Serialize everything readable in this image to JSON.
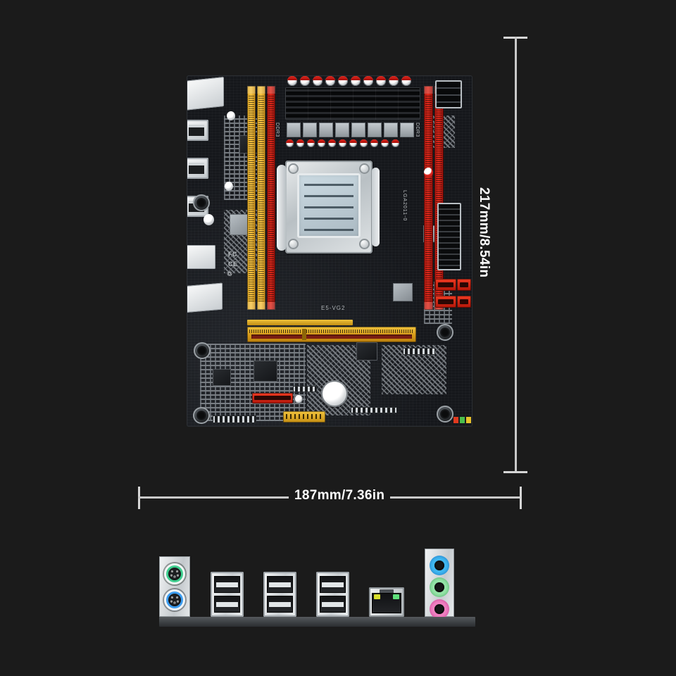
{
  "page": {
    "background_color": "#1b1b1b",
    "subject": "X79 LGA2011 micro-ATX motherboard dimension diagram"
  },
  "dimensions": {
    "height_label": "217mm/8.54in",
    "width_label": "187mm/7.36in",
    "line_color": "#c9c9c9",
    "text_color": "#ffffff"
  },
  "motherboard": {
    "silkscreen": {
      "model": "E5-VG2",
      "socket_label": "LGA2011-0",
      "dimm_left_label": "DDR3",
      "dimm_right_label": "DDR3"
    },
    "components": {
      "cpu_socket": "LGA2011 CPU socket",
      "heatsink": "VRM heatsink",
      "dimm_slots": [
        {
          "name": "DIMM A1",
          "color": "#e8b62f"
        },
        {
          "name": "DIMM A2",
          "color": "#e8b62f"
        },
        {
          "name": "DIMM B1",
          "color": "#d62418"
        },
        {
          "name": "DIMM B2",
          "color": "#d62418"
        }
      ],
      "pcie_x16": "PCI Express x16 slot",
      "sata_ports": "4x SATA + 1x SATA",
      "atx_24pin": "24-pin ATX power connector",
      "eps_8pin": "8-pin EPS CPU power connector",
      "cmos_battery": "CR2032 CMOS battery",
      "accent_yellow": "#e8b62f",
      "accent_red": "#d62418",
      "pcb_color": "#14161a"
    }
  },
  "rear_io": {
    "ports": [
      {
        "name": "ps2-mouse",
        "label": "PS/2 Mouse",
        "color": "#3fcf8f"
      },
      {
        "name": "ps2-keyboard",
        "label": "PS/2 Keyboard",
        "color": "#3d9df0"
      },
      {
        "name": "usb-stack-1",
        "label": "USB 2.0 x2",
        "color": "#1b1d1f"
      },
      {
        "name": "usb-stack-2",
        "label": "USB 2.0 x2",
        "color": "#1b1d1f"
      },
      {
        "name": "usb-stack-3",
        "label": "USB 2.0 x2",
        "color": "#1b1d1f"
      },
      {
        "name": "rj45-lan",
        "label": "RJ-45 LAN",
        "color": "#101113"
      },
      {
        "name": "audio-line-in",
        "label": "Line In",
        "color": "#3fb6f0"
      },
      {
        "name": "audio-line-out",
        "label": "Line Out",
        "color": "#93e3a6"
      },
      {
        "name": "audio-mic-in",
        "label": "Mic In",
        "color": "#ef7fc0"
      }
    ]
  }
}
